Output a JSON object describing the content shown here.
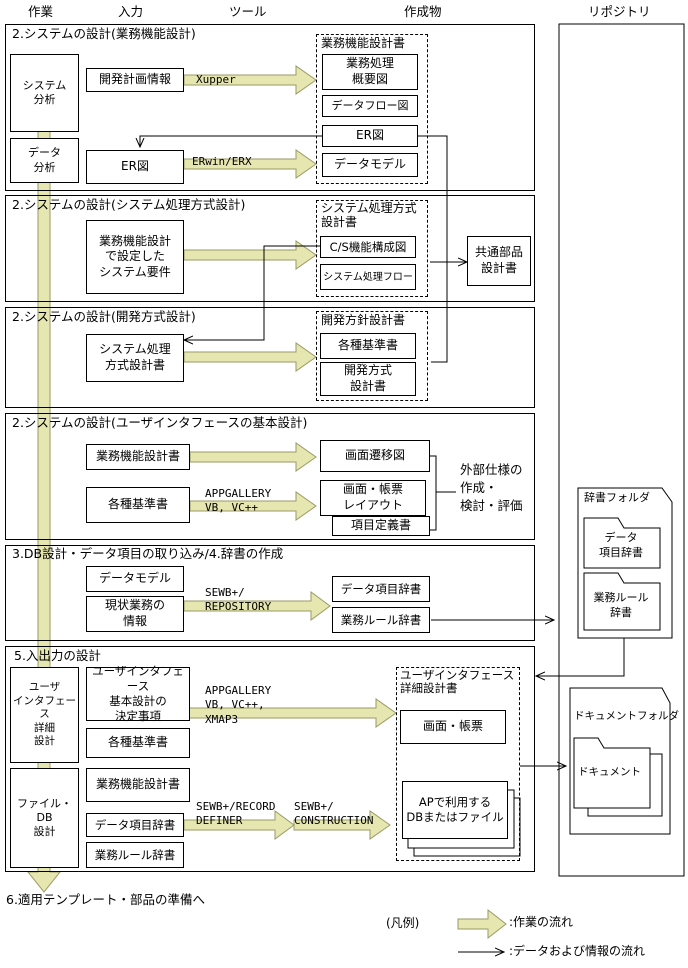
{
  "headers": {
    "work": "作業",
    "input": "入力",
    "tool": "ツール",
    "output": "作成物",
    "repo": "リポジトリ"
  },
  "s1": {
    "title": "2.システムの設計(業務機能設計)",
    "work1": "システム\n分析",
    "work2": "データ\n分析",
    "in1": "開発計画情報",
    "in2": "ER図",
    "tool1": "Xupper",
    "tool2": "ERwin/ERX",
    "group": "業務機能設計書",
    "out1": "業務処理\n概要図",
    "out2": "データフロー図",
    "out3": "ER図",
    "out4": "データモデル"
  },
  "s2": {
    "title": "2.システムの設計(システム処理方式設計)",
    "in1": "業務機能設計\nで設定した\nシステム要件",
    "group": "システム処理方式\n設計書",
    "out1": "C/S機能構成図",
    "out2": "システム処理フロー",
    "side": "共通部品\n設計書"
  },
  "s3": {
    "title": "2.システムの設計(開発方式設計)",
    "in1": "システム処理\n方式設計書",
    "group": "開発方針設計書",
    "out1": "各種基準書",
    "out2": "開発方式\n設計書"
  },
  "s4": {
    "title": "2.システムの設計(ユーザインタフェースの基本設計)",
    "in1": "業務機能設計書",
    "in2": "各種基準書",
    "tool": "APPGALLERY\nVB, VC++",
    "out1": "画面遷移図",
    "out2": "画面・帳票\nレイアウト",
    "out3": "項目定義書",
    "note": "外部仕様の\n作成・\n検討・評価"
  },
  "s5": {
    "title": "3.DB設計・データ項目の取り込み/4.辞書の作成",
    "in1": "データモデル",
    "in2": "現状業務の\n情報",
    "tool": "SEWB+/\nREPOSITORY",
    "out1": "データ項目辞書",
    "out2": "業務ルール辞書"
  },
  "s6": {
    "title": "5.入出力の設計",
    "work1": "ユーザ\nインタフェース\n詳細\n設計",
    "work2": "ファイル・DB\n設計",
    "in1": "ユーザインタフェース\n基本設計の\n決定事項",
    "in2": "各種基準書",
    "in3": "業務機能設計書",
    "in4": "データ項目辞書",
    "in5": "業務ルール辞書",
    "tool1": "APPGALLERY\nVB, VC++,\nXMAP3",
    "tool2": "SEWB+/RECORD\nDEFINER",
    "tool3": "SEWB+/\nCONSTRUCTION",
    "group": "ユーザインタフェース\n詳細設計書",
    "out1": "画面・帳票",
    "out2": "APで利用する\nDBまたはファイル"
  },
  "repo": {
    "folder1": "辞書フォルダ",
    "dict1": "データ\n項目辞書",
    "dict2": "業務ルール\n辞書",
    "folder2": "ドキュメントフォルダ",
    "doc": "ドキュメント"
  },
  "next": "6.適用テンプレート・部品の準備へ",
  "legend": {
    "title": "(凡例)",
    "flow": ":作業の流れ",
    "data": ":データおよび情報の流れ"
  },
  "colors": {
    "flow_arrow": "#e6e6b0",
    "flow_stroke": "#9a9a66"
  }
}
